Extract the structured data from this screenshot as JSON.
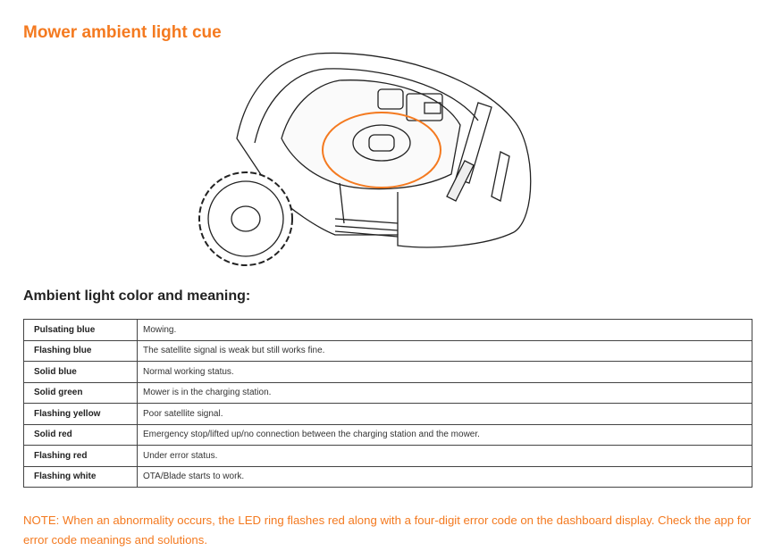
{
  "title": "Mower ambient light cue",
  "heading": "Ambient light color and meaning:",
  "table": [
    {
      "color": "Pulsating blue",
      "meaning": "Mowing."
    },
    {
      "color": "Flashing blue",
      "meaning": "The satellite signal is weak but still works fine."
    },
    {
      "color": "Solid blue",
      "meaning": "Normal working status."
    },
    {
      "color": "Solid green",
      "meaning": "Mower is in the charging station."
    },
    {
      "color": "Flashing yellow",
      "meaning": "Poor satellite signal."
    },
    {
      "color": "Solid red",
      "meaning": "Emergency stop/lifted up/no connection between the charging station and the mower."
    },
    {
      "color": "Flashing red",
      "meaning": "Under error status."
    },
    {
      "color": "Flashing white",
      "meaning": "OTA/Blade starts to work."
    }
  ],
  "note": "NOTE: When an abnormality occurs, the LED ring flashes red along with a four-digit error code on the dashboard display. Check the app for error code meanings and solutions.",
  "accent_color": "#f47a20"
}
